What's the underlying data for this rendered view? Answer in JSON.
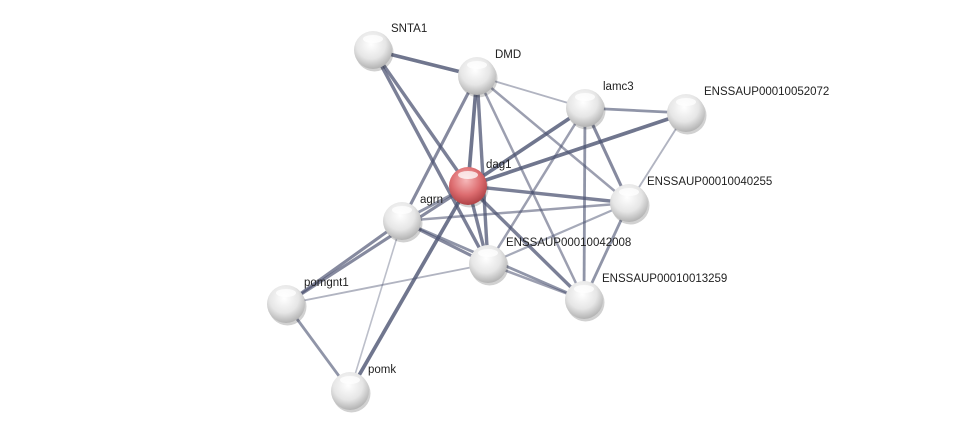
{
  "network": {
    "query_node": "dag1",
    "colors": {
      "query": "#d9686b",
      "node": "#e2e2e2",
      "edge": "#4a5170"
    },
    "nodes": [
      {
        "id": "SNTA1",
        "label": "SNTA1"
      },
      {
        "id": "DMD",
        "label": "DMD"
      },
      {
        "id": "lamc3",
        "label": "lamc3"
      },
      {
        "id": "E52072",
        "label": "ENSSAUP00010052072"
      },
      {
        "id": "dag1",
        "label": "dag1"
      },
      {
        "id": "agrn",
        "label": "agrn"
      },
      {
        "id": "E40255",
        "label": "ENSSAUP00010040255"
      },
      {
        "id": "E42008",
        "label": "ENSSAUP00010042008"
      },
      {
        "id": "E13259",
        "label": "ENSSAUP00010013259"
      },
      {
        "id": "pomgnt1",
        "label": "pomgnt1"
      },
      {
        "id": "pomk",
        "label": "pomk"
      }
    ],
    "edges": [
      {
        "source": "SNTA1",
        "target": "DMD",
        "strength": 0.9
      },
      {
        "source": "SNTA1",
        "target": "dag1",
        "strength": 0.8
      },
      {
        "source": "SNTA1",
        "target": "E42008",
        "strength": 0.8
      },
      {
        "source": "DMD",
        "target": "dag1",
        "strength": 0.9
      },
      {
        "source": "DMD",
        "target": "agrn",
        "strength": 0.7
      },
      {
        "source": "DMD",
        "target": "E42008",
        "strength": 0.8
      },
      {
        "source": "DMD",
        "target": "lamc3",
        "strength": 0.3
      },
      {
        "source": "DMD",
        "target": "E40255",
        "strength": 0.5
      },
      {
        "source": "DMD",
        "target": "E13259",
        "strength": 0.5
      },
      {
        "source": "lamc3",
        "target": "dag1",
        "strength": 0.9
      },
      {
        "source": "lamc3",
        "target": "E52072",
        "strength": 0.6
      },
      {
        "source": "lamc3",
        "target": "E40255",
        "strength": 0.7
      },
      {
        "source": "lamc3",
        "target": "E13259",
        "strength": 0.6
      },
      {
        "source": "lamc3",
        "target": "E42008",
        "strength": 0.5
      },
      {
        "source": "E52072",
        "target": "dag1",
        "strength": 0.9
      },
      {
        "source": "E52072",
        "target": "E40255",
        "strength": 0.3
      },
      {
        "source": "dag1",
        "target": "E40255",
        "strength": 0.8
      },
      {
        "source": "dag1",
        "target": "E42008",
        "strength": 0.8
      },
      {
        "source": "dag1",
        "target": "E13259",
        "strength": 0.8
      },
      {
        "source": "dag1",
        "target": "agrn",
        "strength": 0.6
      },
      {
        "source": "dag1",
        "target": "pomk",
        "strength": 0.9
      },
      {
        "source": "dag1",
        "target": "pomgnt1",
        "strength": 0.7
      },
      {
        "source": "agrn",
        "target": "E40255",
        "strength": 0.5
      },
      {
        "source": "agrn",
        "target": "E42008",
        "strength": 0.7
      },
      {
        "source": "agrn",
        "target": "E13259",
        "strength": 0.6
      },
      {
        "source": "agrn",
        "target": "pomgnt1",
        "strength": 0.7
      },
      {
        "source": "agrn",
        "target": "pomk",
        "strength": 0.2
      },
      {
        "source": "E42008",
        "target": "E40255",
        "strength": 0.4
      },
      {
        "source": "E42008",
        "target": "E13259",
        "strength": 0.5
      },
      {
        "source": "E42008",
        "target": "pomgnt1",
        "strength": 0.3
      },
      {
        "source": "E40255",
        "target": "E13259",
        "strength": 0.6
      },
      {
        "source": "pomgnt1",
        "target": "pomk",
        "strength": 0.6
      }
    ]
  }
}
